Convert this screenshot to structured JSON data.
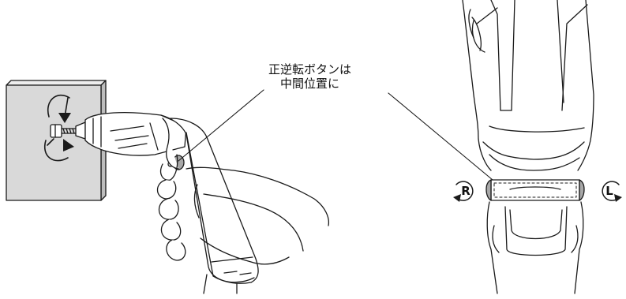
{
  "callout": {
    "line1": "正逆転ボタンは",
    "line2": "中間位置に"
  },
  "rotation_badges": {
    "right": "R",
    "left": "L"
  },
  "icons": [
    "rotation-arrows-icon",
    "rotate-right-badge-icon",
    "rotate-left-badge-icon"
  ],
  "colors": {
    "line": "#1a1a1a",
    "wall": "#d9d9d9",
    "button_shade": "#a8a8a8"
  }
}
